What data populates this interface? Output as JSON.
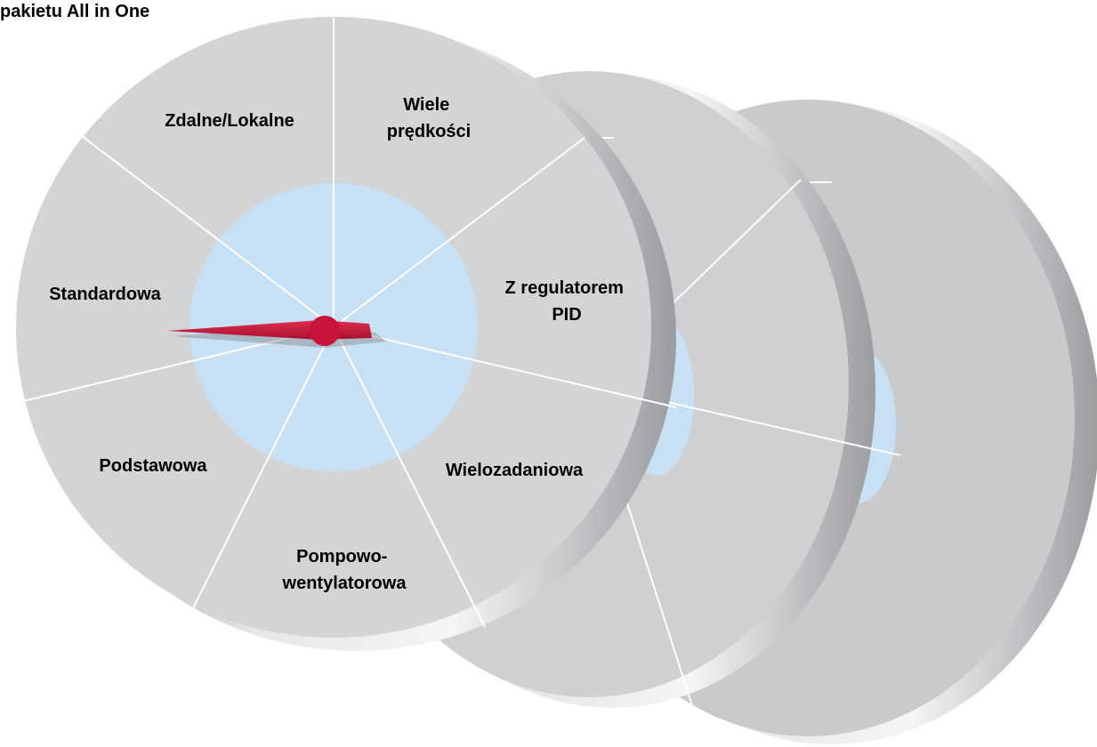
{
  "title": "pakietu All in One",
  "segments": [
    {
      "id": "zdalne-lokalne",
      "lines": [
        "Zdalne/Lokalne"
      ]
    },
    {
      "id": "wiele-predkosci",
      "lines": [
        "Wiele",
        "prędkości"
      ]
    },
    {
      "id": "z-regulatorem-pid",
      "lines": [
        "Z regulatorem",
        "PID"
      ]
    },
    {
      "id": "wielozadaniowa",
      "lines": [
        "Wielozadaniowa"
      ]
    },
    {
      "id": "pompowo-wentylatorowa",
      "lines": [
        "Pompowo-",
        "wentylatorowa"
      ]
    },
    {
      "id": "podstawowa",
      "lines": [
        "Podstawowa"
      ]
    },
    {
      "id": "standardowa",
      "lines": [
        "Standardowa"
      ]
    }
  ],
  "colors": {
    "disc_face": "#d3d4d6",
    "center_hub": "#c8e0f4",
    "needle": "#c8143c",
    "divider": "#ffffff"
  }
}
